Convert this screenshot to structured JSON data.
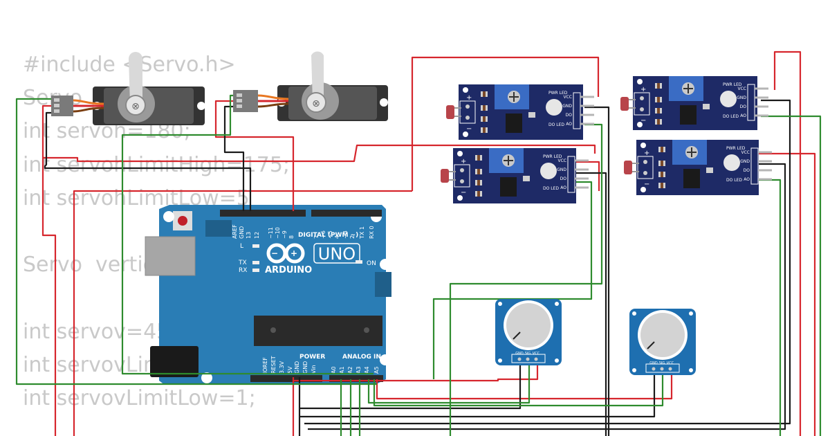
{
  "code_lines": [
    "#include <Servo.h>",
    "Servo  h",
    "int servoh=180;",
    "int servohLimitHigh=175;",
    "int servohLimitLow=5",
    "",
    "Servo  vertic",
    "",
    "int servov=45",
    "int servovLim",
    "int servovLimitLow=1;"
  ],
  "arduino": {
    "brand": "ARDUINO",
    "model": "UNO",
    "digital_label": "DIGITAL (PWM ~)",
    "power_label": "POWER",
    "analog_label": "ANALOG IN",
    "led_l": "L",
    "led_tx": "TX",
    "led_rx": "RX",
    "led_on": "ON",
    "top_pins": [
      "AREF",
      "GND",
      "13",
      "12",
      "~11",
      "~10",
      "~9",
      "8",
      "7",
      "~6",
      "~5",
      "4",
      "~3",
      "2",
      "TX 1",
      "RX 0"
    ],
    "power_pins": [
      "IOREF",
      "RESET",
      "3.3V",
      "5V",
      "GND",
      "GND",
      "Vin"
    ],
    "analog_pins": [
      "A0",
      "A1",
      "A2",
      "A3",
      "A4",
      "A5"
    ]
  },
  "ldr_module": {
    "pin_labels": [
      "VCC",
      "GND",
      "DO",
      "AO"
    ],
    "pwr_led": "PWR LED",
    "do_led": "DO LED",
    "plus": "+",
    "minus": "−"
  },
  "potentiometer": {
    "pin_labels": [
      "GND",
      "SIG",
      "VCC"
    ]
  },
  "colors": {
    "wire_red": "#d6262d",
    "wire_black": "#1a1a1a",
    "wire_green": "#2e8b2e",
    "arduino_blue": "#2a7db5",
    "module_navy": "#1e2a66",
    "pot_blue": "#1e6fb0",
    "code_gray": "#c9c9c9"
  }
}
